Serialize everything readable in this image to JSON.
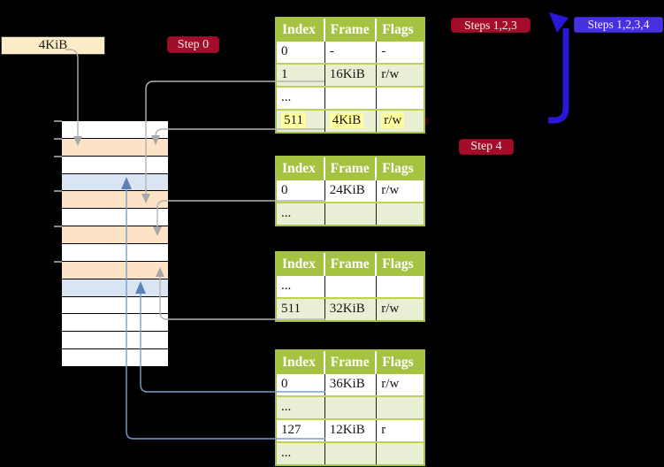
{
  "page_size_label": "4KiB",
  "badges": {
    "step0": "Step 0",
    "steps123": "Steps 1,2,3",
    "steps1234": "Steps 1,2,3,4",
    "step4": "Step 4"
  },
  "memory": {
    "description_rows_top_to_bottom": "each cell is one 4KiB frame",
    "rows": [
      "white",
      "peach",
      "white",
      "blue",
      "peach",
      "white",
      "peach",
      "white",
      "peach",
      "blue",
      "white",
      "white",
      "white",
      "white"
    ]
  },
  "tables": [
    {
      "headers": [
        "Index",
        "Frame",
        "Flags"
      ],
      "rows": [
        {
          "cells": [
            "0",
            "-",
            "-"
          ]
        },
        {
          "cells": [
            "1",
            "16KiB",
            "r/w"
          ]
        },
        {
          "cells": [
            "...",
            "",
            ""
          ]
        },
        {
          "cells": [
            "511",
            "4KiB",
            "r/w"
          ],
          "highlight": true
        }
      ]
    },
    {
      "headers": [
        "Index",
        "Frame",
        "Flags"
      ],
      "rows": [
        {
          "cells": [
            "0",
            "24KiB",
            "r/w"
          ]
        },
        {
          "cells": [
            "...",
            "",
            ""
          ]
        }
      ]
    },
    {
      "headers": [
        "Index",
        "Frame",
        "Flags"
      ],
      "rows": [
        {
          "cells": [
            "...",
            "",
            ""
          ]
        },
        {
          "cells": [
            "511",
            "32KiB",
            "r/w"
          ]
        }
      ]
    },
    {
      "headers": [
        "Index",
        "Frame",
        "Flags"
      ],
      "rows": [
        {
          "cells": [
            "0",
            "36KiB",
            "r/w"
          ]
        },
        {
          "cells": [
            "...",
            "",
            ""
          ]
        },
        {
          "cells": [
            "127",
            "12KiB",
            "r"
          ]
        },
        {
          "cells": [
            "...",
            "",
            ""
          ]
        }
      ]
    }
  ],
  "colors": {
    "background": "#000000",
    "table_header_green": "#a5c340",
    "table_row_green": "#e9efd5",
    "row_separator_green": "#bdd24e",
    "highlight_yellow": "#ffff9e",
    "frame_peach": "#fde3c6",
    "frame_blue": "#d9e5f3",
    "badge_red": "#a30d2a",
    "badge_blue": "#4730e0",
    "big_arrow_blue": "#2a18d8",
    "connector_gray": "#b3b3b3",
    "connector_steel_blue": "#7d9ec9",
    "label_cream": "#fdecc8"
  }
}
